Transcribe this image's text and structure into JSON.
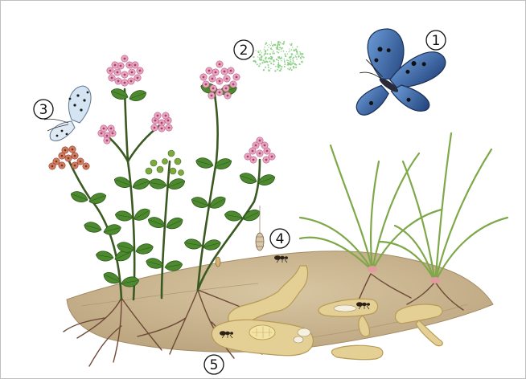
{
  "labels": [
    {
      "id": "adult-butterfly",
      "number": "1"
    },
    {
      "id": "egg-cluster",
      "number": "2"
    },
    {
      "id": "butterfly-on-flower",
      "number": "3"
    },
    {
      "id": "ant-with-larva",
      "number": "4"
    },
    {
      "id": "ant-nest",
      "number": "5"
    }
  ],
  "colors": {
    "soil": "#c9b48e",
    "tunnel": "#e4cf95",
    "root": "#6e4a36",
    "stem": "#3b5a22",
    "leaf": "#4d8a2f",
    "flower_pink": "#e8a6c2",
    "flower_rust": "#c96a55",
    "grass": "#7fa84a",
    "butterfly_blue": "#3c6fb4",
    "butterfly_pale": "#cfe0f0",
    "egg_green": "#8fd18a"
  }
}
